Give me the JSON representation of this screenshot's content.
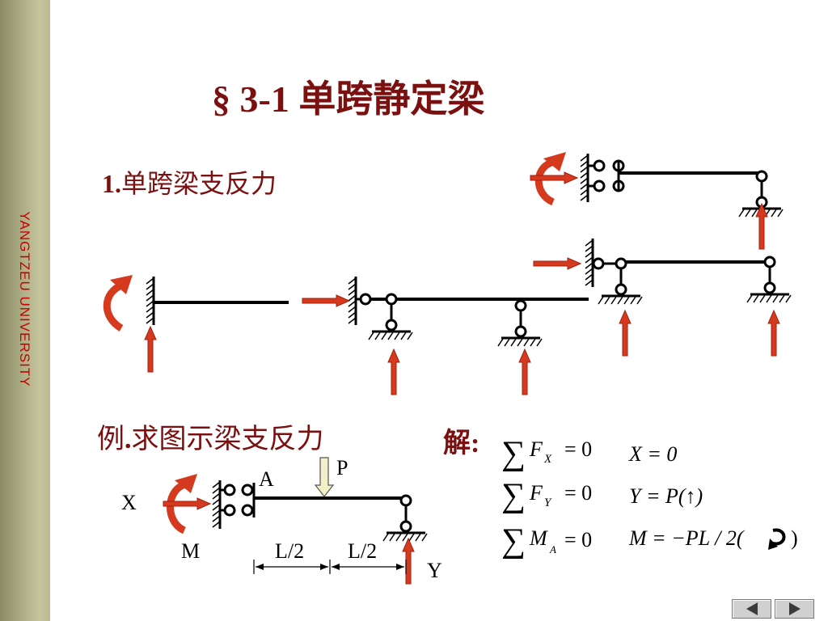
{
  "sidebar": {
    "text": "YANGTZEU UNIVERSITY"
  },
  "slide": {
    "title": "§ 3-1  单跨静定梁",
    "heading_num": "1.",
    "heading_text": "单跨梁支反力",
    "example_pre": "例",
    "example_dot": ".",
    "example_text": "求图示梁支反力",
    "solution_label": "解:"
  },
  "example_diagram": {
    "label_A": "A",
    "label_P": "P",
    "label_X": "X",
    "label_M": "M",
    "label_Y": "Y",
    "dim_left": "L/2",
    "dim_right": "L/2"
  },
  "equations": {
    "eq1_var": "F",
    "eq1_sub": "X",
    "eq1_rhs": "= 0",
    "eq2_var": "F",
    "eq2_sub": "Y",
    "eq2_rhs": "= 0",
    "eq3_var": "M",
    "eq3_sub": "A",
    "eq3_rhs": "= 0",
    "res1": "X  = 0",
    "res2": "Y  = P(↑)",
    "res3_pre": "M  = −PL / 2(",
    "res3_post": ")"
  },
  "colors": {
    "accent": "#7a1010",
    "arrow": "#d63a1e",
    "arrow_stroke": "#a02010",
    "sidebar_text": "#c80000",
    "load_arrow": "#f3f0c8"
  },
  "icons": {
    "nav_prev": "triangle-left-icon",
    "nav_next": "triangle-right-icon"
  }
}
